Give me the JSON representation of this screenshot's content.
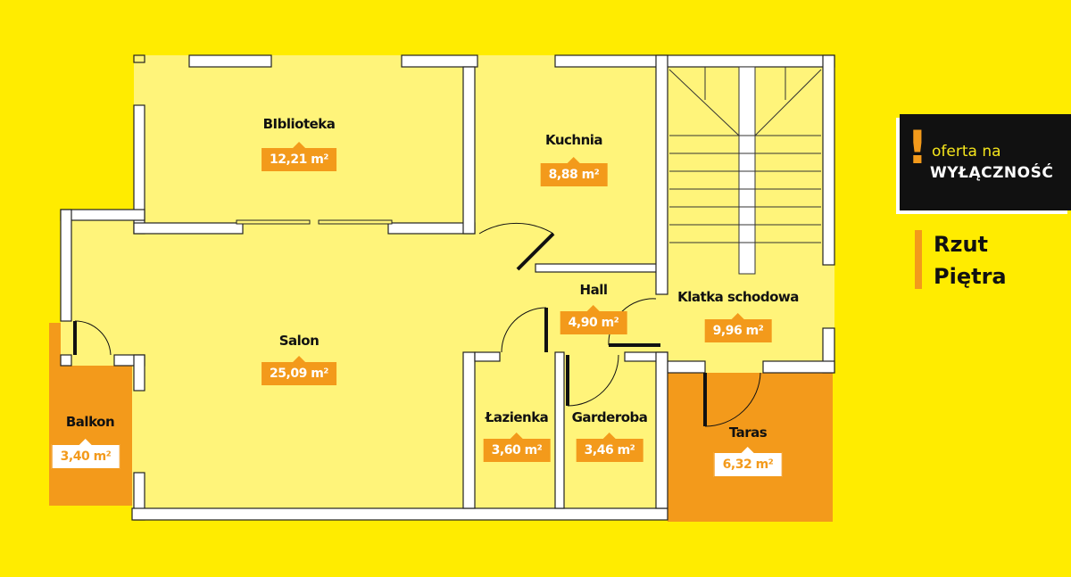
{
  "offer": {
    "line1": "oferta na",
    "line2": "WYŁĄCZNOŚĆ",
    "icon": "exclamation-icon"
  },
  "title": {
    "line1": "Rzut",
    "line2": "Piętra"
  },
  "colors": {
    "background": "#FFEC00",
    "interior": "#FFF47A",
    "outdoor": "#F39A1B",
    "wall": "#FFFFFF"
  },
  "rooms": [
    {
      "name": "BIblioteka",
      "area": "12,21 m²"
    },
    {
      "name": "Kuchnia",
      "area": "8,88 m²"
    },
    {
      "name": "Hall",
      "area": "4,90 m²"
    },
    {
      "name": "Klatka schodowa",
      "area": "9,96 m²"
    },
    {
      "name": "Salon",
      "area": "25,09 m²"
    },
    {
      "name": "Łazienka",
      "area": "3,60 m²"
    },
    {
      "name": "Garderoba",
      "area": "3,46 m²"
    },
    {
      "name": "Balkon",
      "area": "3,40 m²"
    },
    {
      "name": "Taras",
      "area": "6,32 m²"
    }
  ]
}
